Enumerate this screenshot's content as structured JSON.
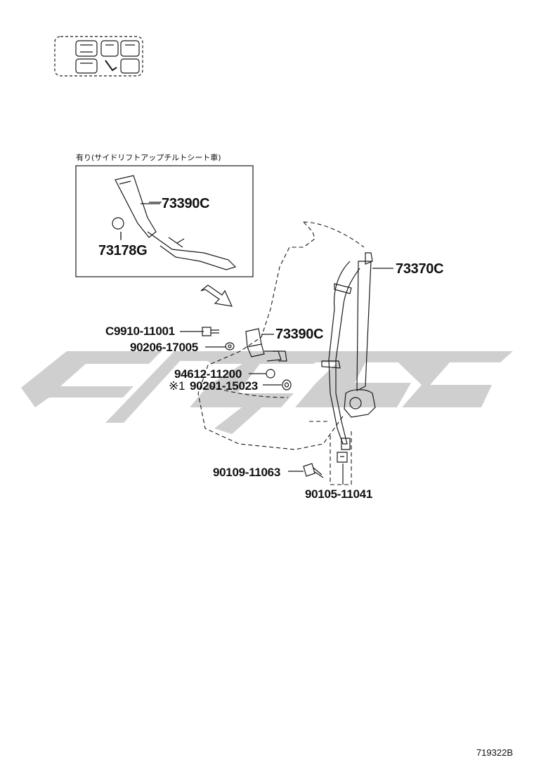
{
  "inset_title": "有り(サイドリフトアップチルトシート車)",
  "catalog_id": "719322B",
  "watermark": "GSGC",
  "parts": {
    "inset_buckle": "73390C",
    "inset_cap": "73178G",
    "main_belt": "73370C",
    "buckle": "73390C",
    "bolt_c9910": "C9910-11001",
    "washer_90206": "90206-17005",
    "nut_94612": "94612-11200",
    "nut_90201": "90201-15023",
    "nut_90201_note": "※1",
    "bolt_90109": "90109-11063",
    "bolt_90105": "90105-11041"
  },
  "colors": {
    "line": "#1a1a1a",
    "watermark": "#cccccc"
  }
}
